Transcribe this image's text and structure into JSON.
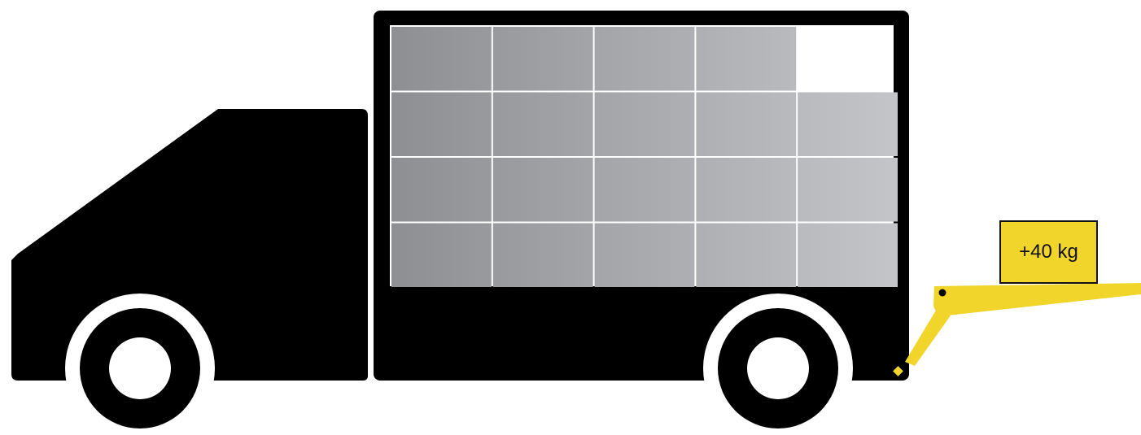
{
  "diagram": {
    "load_label": "+40 kg",
    "cargo_grid": {
      "rows": 4,
      "columns": 5,
      "empty_slots": 1
    }
  },
  "colors": {
    "truck": "#000000",
    "background": "#ffffff",
    "lift_gate": "#f2d52b",
    "load_box": "#f2d52b",
    "crate_dark": "#8e8f93",
    "crate_light": "#c4c5c8"
  },
  "icons": [
    "truck-icon",
    "wheel-icon",
    "tail-lift-icon",
    "weight-box-icon"
  ]
}
